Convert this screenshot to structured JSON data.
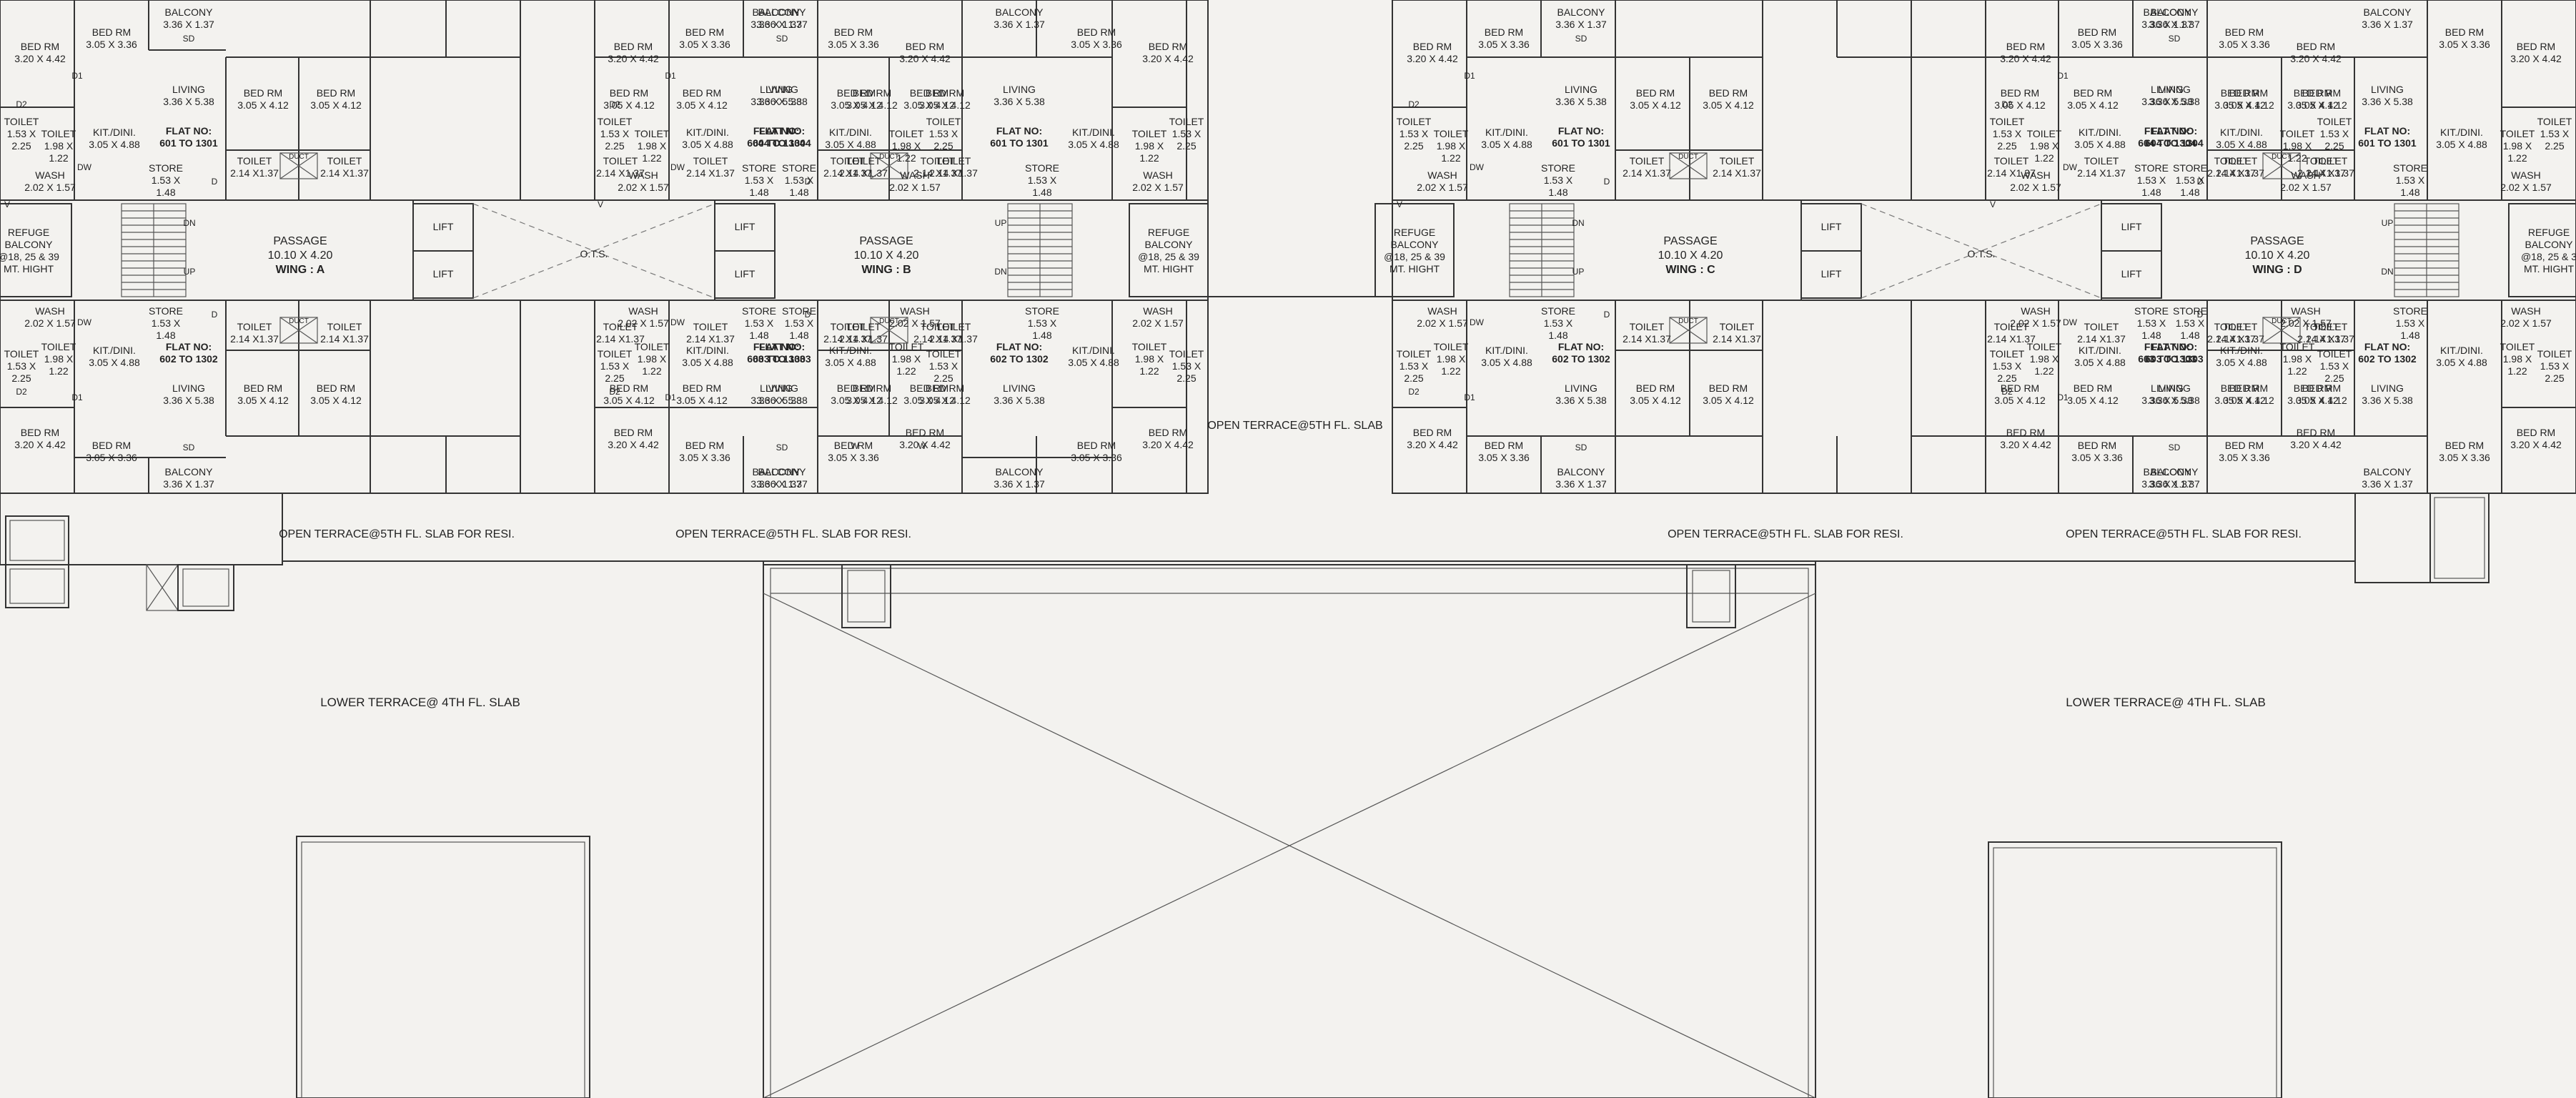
{
  "colors": {
    "background": "#f3f2ef",
    "line": "#333333",
    "text": "#222222"
  },
  "labels": {
    "open_terrace_slab": "OPEN TERRACE@5TH FL. SLAB",
    "open_terrace_resi": "OPEN TERRACE@5TH FL. SLAB FOR RESI.",
    "lower_terrace": "LOWER TERRACE@ 4TH FL. SLAB",
    "lift": "LIFT",
    "ots": "O.T.S.",
    "duct": "DUCT",
    "up": "UP",
    "dn": "DN"
  },
  "passages": [
    {
      "id": "a",
      "title": "PASSAGE",
      "dim": "10.10 X 4.20",
      "wing": "WING : A"
    },
    {
      "id": "b",
      "title": "PASSAGE",
      "dim": "10.10 X 4.20",
      "wing": "WING : B"
    },
    {
      "id": "c",
      "title": "PASSAGE",
      "dim": "10.10 X 4.20",
      "wing": "WING : C"
    },
    {
      "id": "d",
      "title": "PASSAGE",
      "dim": "10.10 X 4.20",
      "wing": "WING : D"
    }
  ],
  "refuge": [
    "REFUGE",
    "BALCONY",
    "@18, 25 & 39",
    "MT. HIGHT"
  ],
  "refuge_left_cropped": [
    "REFUGE",
    "BALCONY",
    "@18, 25 & 39",
    "MT. HIGHT"
  ],
  "refuge_right_cropped": [
    "REFUGE",
    "BALCONY",
    "@18, 25 & 3",
    "MT. HIGHT"
  ],
  "rooms": {
    "bed_a": [
      "BED RM",
      "3.20 X 4.42"
    ],
    "bed_b": [
      "BED RM",
      "3.05 X 3.36"
    ],
    "bed_c": [
      "BED RM",
      "3.05 X 4.12"
    ],
    "balcony": [
      "BALCONY",
      "3.36 X 1.37"
    ],
    "living": [
      "LIVING",
      "3.36 X 5.38"
    ],
    "kit": [
      "KIT./DINI.",
      "3.05 X 4.88"
    ],
    "toilet_a": [
      "TOILET",
      "1.53 X",
      "2.25"
    ],
    "toilet_b": [
      "TOILET",
      "2.14 X1.37"
    ],
    "toilet_c": [
      "TOILET",
      "1.98 X",
      "1.22"
    ],
    "wash": [
      "WASH",
      "2.02 X 1.57"
    ],
    "store": [
      "STORE",
      "1.53 X",
      "1.48"
    ]
  },
  "flats": {
    "f601": [
      "FLAT NO:",
      "601 TO 1301"
    ],
    "f602": [
      "FLAT NO:",
      "602 TO 1302"
    ],
    "f603": [
      "FLAT NO:",
      "603 TO 1303"
    ],
    "f604": [
      "FLAT NO:",
      "604 TO 1304"
    ]
  },
  "door_tags": {
    "d": "D",
    "d1": "D1",
    "d2": "D2",
    "dw": "DW",
    "sd": "SD",
    "v": "V",
    "w": "W"
  }
}
